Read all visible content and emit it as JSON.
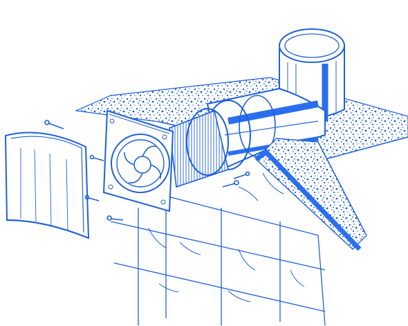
{
  "figure": {
    "kind": "exploded installation illustration",
    "text_labels": [],
    "colors": {
      "ink": "#1d5fd8",
      "accent_fill": "#2a6ef0",
      "paper": "#ffffff",
      "speckle": "#1d5fd8"
    },
    "parts": [
      {
        "id": "front-grille-cover",
        "icon": "fan-cover-icon"
      },
      {
        "id": "fan-unit",
        "icon": "fan-icon"
      },
      {
        "id": "duct-collar",
        "icon": "duct-icon"
      },
      {
        "id": "round-duct",
        "icon": "pipe-icon"
      },
      {
        "id": "vertical-riser",
        "icon": "pipe-icon"
      },
      {
        "id": "ceiling-slab",
        "icon": "concrete-icon"
      },
      {
        "id": "tiled-wall",
        "icon": "tile-wall-icon"
      },
      {
        "id": "mounting-screws",
        "icon": "screw-icon"
      }
    ]
  }
}
